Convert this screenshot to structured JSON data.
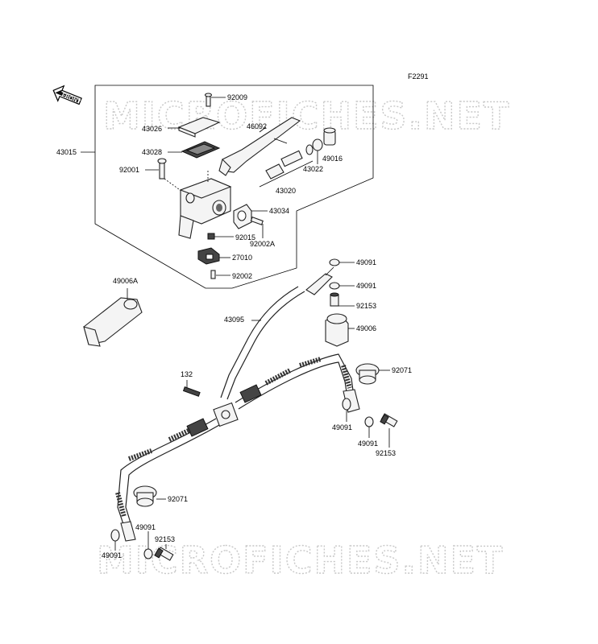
{
  "figure_code": "F2291",
  "front_arrow_label": "FRONT",
  "watermark_text": "MICROFICHES.NET",
  "parts": [
    {
      "id": "p92009",
      "label": "92009"
    },
    {
      "id": "p43026",
      "label": "43026"
    },
    {
      "id": "p46092",
      "label": "46092"
    },
    {
      "id": "p43028",
      "label": "43028"
    },
    {
      "id": "p43015",
      "label": "43015"
    },
    {
      "id": "p92001",
      "label": "92001"
    },
    {
      "id": "p49016",
      "label": "49016"
    },
    {
      "id": "p43022",
      "label": "43022"
    },
    {
      "id": "p43020",
      "label": "43020"
    },
    {
      "id": "p43034",
      "label": "43034"
    },
    {
      "id": "p92015",
      "label": "92015"
    },
    {
      "id": "p92002A",
      "label": "92002A"
    },
    {
      "id": "p27010",
      "label": "27010"
    },
    {
      "id": "p92002",
      "label": "92002"
    },
    {
      "id": "p49006A",
      "label": "49006A"
    },
    {
      "id": "p49091a",
      "label": "49091"
    },
    {
      "id": "p49091b",
      "label": "49091"
    },
    {
      "id": "p92153a",
      "label": "92153"
    },
    {
      "id": "p43095",
      "label": "43095"
    },
    {
      "id": "p49006",
      "label": "49006"
    },
    {
      "id": "p132",
      "label": "132"
    },
    {
      "id": "p92071a",
      "label": "92071"
    },
    {
      "id": "p49091c",
      "label": "49091"
    },
    {
      "id": "p49091d",
      "label": "49091"
    },
    {
      "id": "p92153b",
      "label": "92153"
    },
    {
      "id": "p92071b",
      "label": "92071"
    },
    {
      "id": "p49091e",
      "label": "49091"
    },
    {
      "id": "p92153c",
      "label": "92153"
    },
    {
      "id": "p49091f",
      "label": "49091"
    }
  ],
  "colors": {
    "ink": "#000000",
    "watermark": "#c8c8c8",
    "background": "#ffffff"
  }
}
